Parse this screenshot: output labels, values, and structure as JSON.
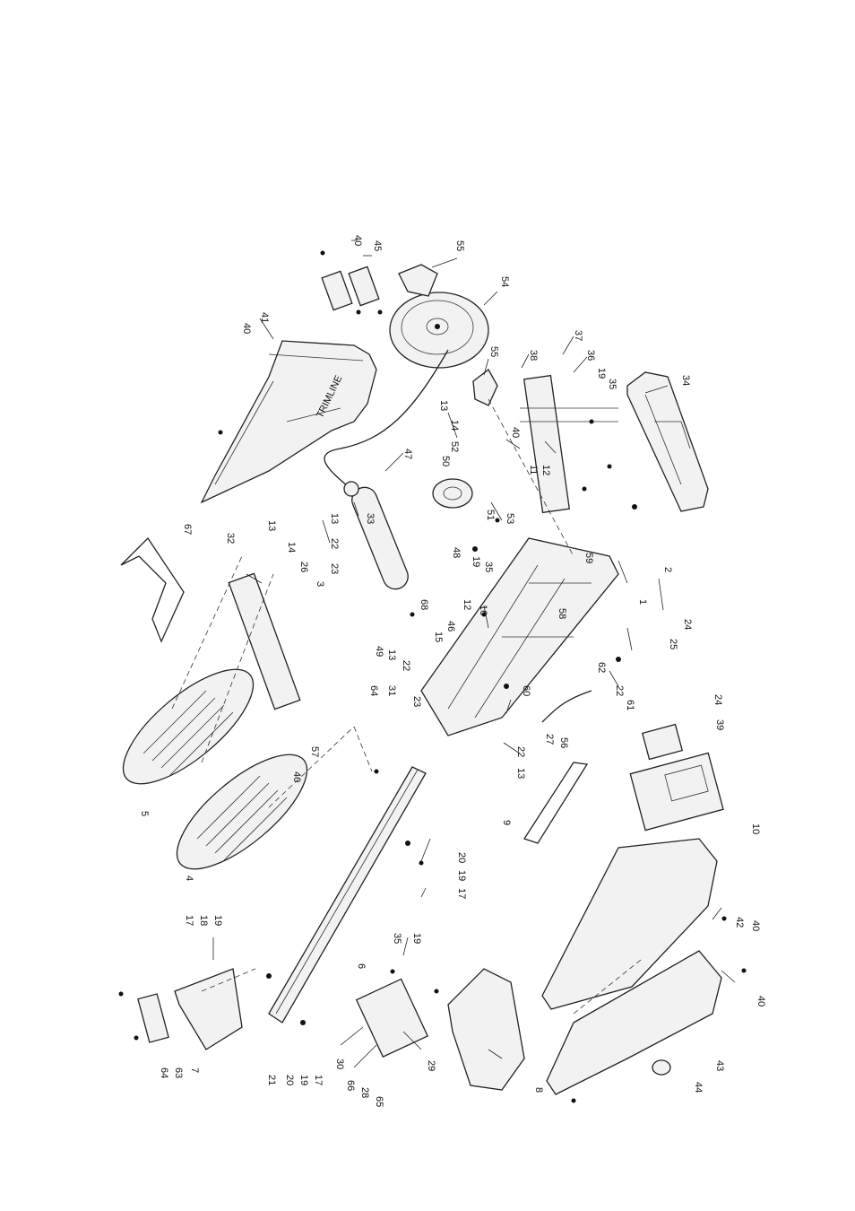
{
  "callouts": [
    {
      "id": "c40a",
      "text": "40"
    },
    {
      "id": "c45",
      "text": "45"
    },
    {
      "id": "c55a",
      "text": "55"
    },
    {
      "id": "c54",
      "text": "54"
    },
    {
      "id": "c41",
      "text": "41"
    },
    {
      "id": "c40b",
      "text": "40"
    },
    {
      "id": "c37",
      "text": "37"
    },
    {
      "id": "c38",
      "text": "38"
    },
    {
      "id": "c55b",
      "text": "55"
    },
    {
      "id": "c36",
      "text": "36"
    },
    {
      "id": "c19a",
      "text": "19"
    },
    {
      "id": "c35a",
      "text": "35"
    },
    {
      "id": "c34",
      "text": "34"
    },
    {
      "id": "c13a",
      "text": "13"
    },
    {
      "id": "c14a",
      "text": "14"
    },
    {
      "id": "c52",
      "text": "52"
    },
    {
      "id": "c40c",
      "text": "40"
    },
    {
      "id": "c11",
      "text": "11"
    },
    {
      "id": "c12a",
      "text": "12"
    },
    {
      "id": "c47",
      "text": "47"
    },
    {
      "id": "c50",
      "text": "50"
    },
    {
      "id": "c51",
      "text": "51"
    },
    {
      "id": "c53",
      "text": "53"
    },
    {
      "id": "c33",
      "text": "33"
    },
    {
      "id": "c2",
      "text": "2"
    },
    {
      "id": "c67",
      "text": "67"
    },
    {
      "id": "c32",
      "text": "32"
    },
    {
      "id": "c13b",
      "text": "13"
    },
    {
      "id": "c14b",
      "text": "14"
    },
    {
      "id": "c26",
      "text": "26"
    },
    {
      "id": "c3",
      "text": "3"
    },
    {
      "id": "c13c",
      "text": "13"
    },
    {
      "id": "c22a",
      "text": "22"
    },
    {
      "id": "c23a",
      "text": "23"
    },
    {
      "id": "c48",
      "text": "48"
    },
    {
      "id": "c19b",
      "text": "19"
    },
    {
      "id": "c35b",
      "text": "35"
    },
    {
      "id": "c59",
      "text": "59"
    },
    {
      "id": "c1",
      "text": "1"
    },
    {
      "id": "c46",
      "text": "46"
    },
    {
      "id": "c12b",
      "text": "12"
    },
    {
      "id": "c16",
      "text": "16"
    },
    {
      "id": "c58",
      "text": "58"
    },
    {
      "id": "c24a",
      "text": "24"
    },
    {
      "id": "c25",
      "text": "25"
    },
    {
      "id": "c49",
      "text": "49"
    },
    {
      "id": "c13d",
      "text": "13"
    },
    {
      "id": "c68",
      "text": "68"
    },
    {
      "id": "c15",
      "text": "15"
    },
    {
      "id": "c22b",
      "text": "22"
    },
    {
      "id": "c62",
      "text": "62"
    },
    {
      "id": "c22c",
      "text": "22"
    },
    {
      "id": "c61",
      "text": "61"
    },
    {
      "id": "c64a",
      "text": "64"
    },
    {
      "id": "c31",
      "text": "31"
    },
    {
      "id": "c23b",
      "text": "23"
    },
    {
      "id": "c60",
      "text": "60"
    },
    {
      "id": "c24b",
      "text": "24"
    },
    {
      "id": "c39",
      "text": "39"
    },
    {
      "id": "c27",
      "text": "27"
    },
    {
      "id": "c5",
      "text": "5"
    },
    {
      "id": "c57",
      "text": "57"
    },
    {
      "id": "c22d",
      "text": "22"
    },
    {
      "id": "c13e",
      "text": "13"
    },
    {
      "id": "c56",
      "text": "56"
    },
    {
      "id": "c40d",
      "text": "40"
    },
    {
      "id": "c4",
      "text": "4"
    },
    {
      "id": "c9",
      "text": "9"
    },
    {
      "id": "c10",
      "text": "10"
    },
    {
      "id": "c20a",
      "text": "20"
    },
    {
      "id": "c19c",
      "text": "19"
    },
    {
      "id": "c17a",
      "text": "17"
    },
    {
      "id": "c19d",
      "text": "19"
    },
    {
      "id": "c18",
      "text": "18"
    },
    {
      "id": "c17b",
      "text": "17"
    },
    {
      "id": "c6",
      "text": "6"
    },
    {
      "id": "c42",
      "text": "42"
    },
    {
      "id": "c40e",
      "text": "40"
    },
    {
      "id": "c35c",
      "text": "35"
    },
    {
      "id": "c19e",
      "text": "19"
    },
    {
      "id": "c40f",
      "text": "40"
    },
    {
      "id": "c30",
      "text": "30"
    },
    {
      "id": "c29",
      "text": "29"
    },
    {
      "id": "c21",
      "text": "21"
    },
    {
      "id": "c20b",
      "text": "20"
    },
    {
      "id": "c19f",
      "text": "19"
    },
    {
      "id": "c17c",
      "text": "17"
    },
    {
      "id": "c64b",
      "text": "64"
    },
    {
      "id": "c63",
      "text": "63"
    },
    {
      "id": "c7",
      "text": "7"
    },
    {
      "id": "c66",
      "text": "66"
    },
    {
      "id": "c28",
      "text": "28"
    },
    {
      "id": "c65",
      "text": "65"
    },
    {
      "id": "c8",
      "text": "8"
    },
    {
      "id": "c43",
      "text": "43"
    },
    {
      "id": "c44",
      "text": "44"
    }
  ]
}
